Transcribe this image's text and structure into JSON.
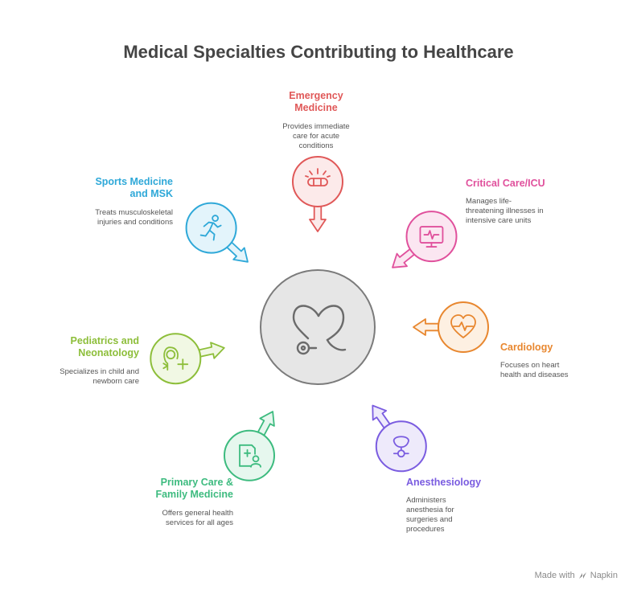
{
  "title": "Medical Specialties Contributing to Healthcare",
  "center": {
    "icon": "heart-stethoscope-icon"
  },
  "specialties": [
    {
      "key": "emergency",
      "label_lines": [
        "Emergency",
        "Medicine"
      ],
      "desc_lines": [
        "Provides immediate",
        "care for acute",
        "conditions"
      ],
      "color": "#E05858",
      "fill": "#FCEAEA",
      "icon": "flashlight-icon"
    },
    {
      "key": "critical",
      "label_lines": [
        "Critical Care/ICU"
      ],
      "desc_lines": [
        "Manages life-",
        "threatening illnesses in",
        "intensive care units"
      ],
      "color": "#E0509C",
      "fill": "#FBE6F1",
      "icon": "heart-monitor-icon"
    },
    {
      "key": "cardiology",
      "label_lines": [
        "Cardiology"
      ],
      "desc_lines": [
        "Focuses on heart",
        "health and diseases"
      ],
      "color": "#E8872F",
      "fill": "#FDF0E2",
      "icon": "heart-pulse-icon"
    },
    {
      "key": "anesthesiology",
      "label_lines": [
        "Anesthesiology"
      ],
      "desc_lines": [
        "Administers",
        "anesthesia for",
        "surgeries and",
        "procedures"
      ],
      "color": "#7A5CE0",
      "fill": "#EEEAFB",
      "icon": "anesthesia-mask-icon"
    },
    {
      "key": "primary",
      "label_lines": [
        "Primary Care &",
        "Family Medicine"
      ],
      "desc_lines": [
        "Offers general health",
        "services for all ages"
      ],
      "color": "#3DBB7F",
      "fill": "#E6F7EE",
      "icon": "medical-record-patient-icon"
    },
    {
      "key": "pediatrics",
      "label_lines": [
        "Pediatrics and",
        "Neonatology"
      ],
      "desc_lines": [
        "Specializes in child and",
        "newborn care"
      ],
      "color": "#8DBE3A",
      "fill": "#F1F8E4",
      "icon": "baby-plus-icon"
    },
    {
      "key": "sports",
      "label_lines": [
        "Sports Medicine",
        "and MSK"
      ],
      "desc_lines": [
        "Treats musculoskeletal",
        "injuries and conditions"
      ],
      "color": "#2EA8D8",
      "fill": "#E3F4FB",
      "icon": "running-person-icon"
    }
  ],
  "brand": {
    "prefix": "Made with",
    "name": "Napkin",
    "icon": "napkin-logo-icon"
  }
}
